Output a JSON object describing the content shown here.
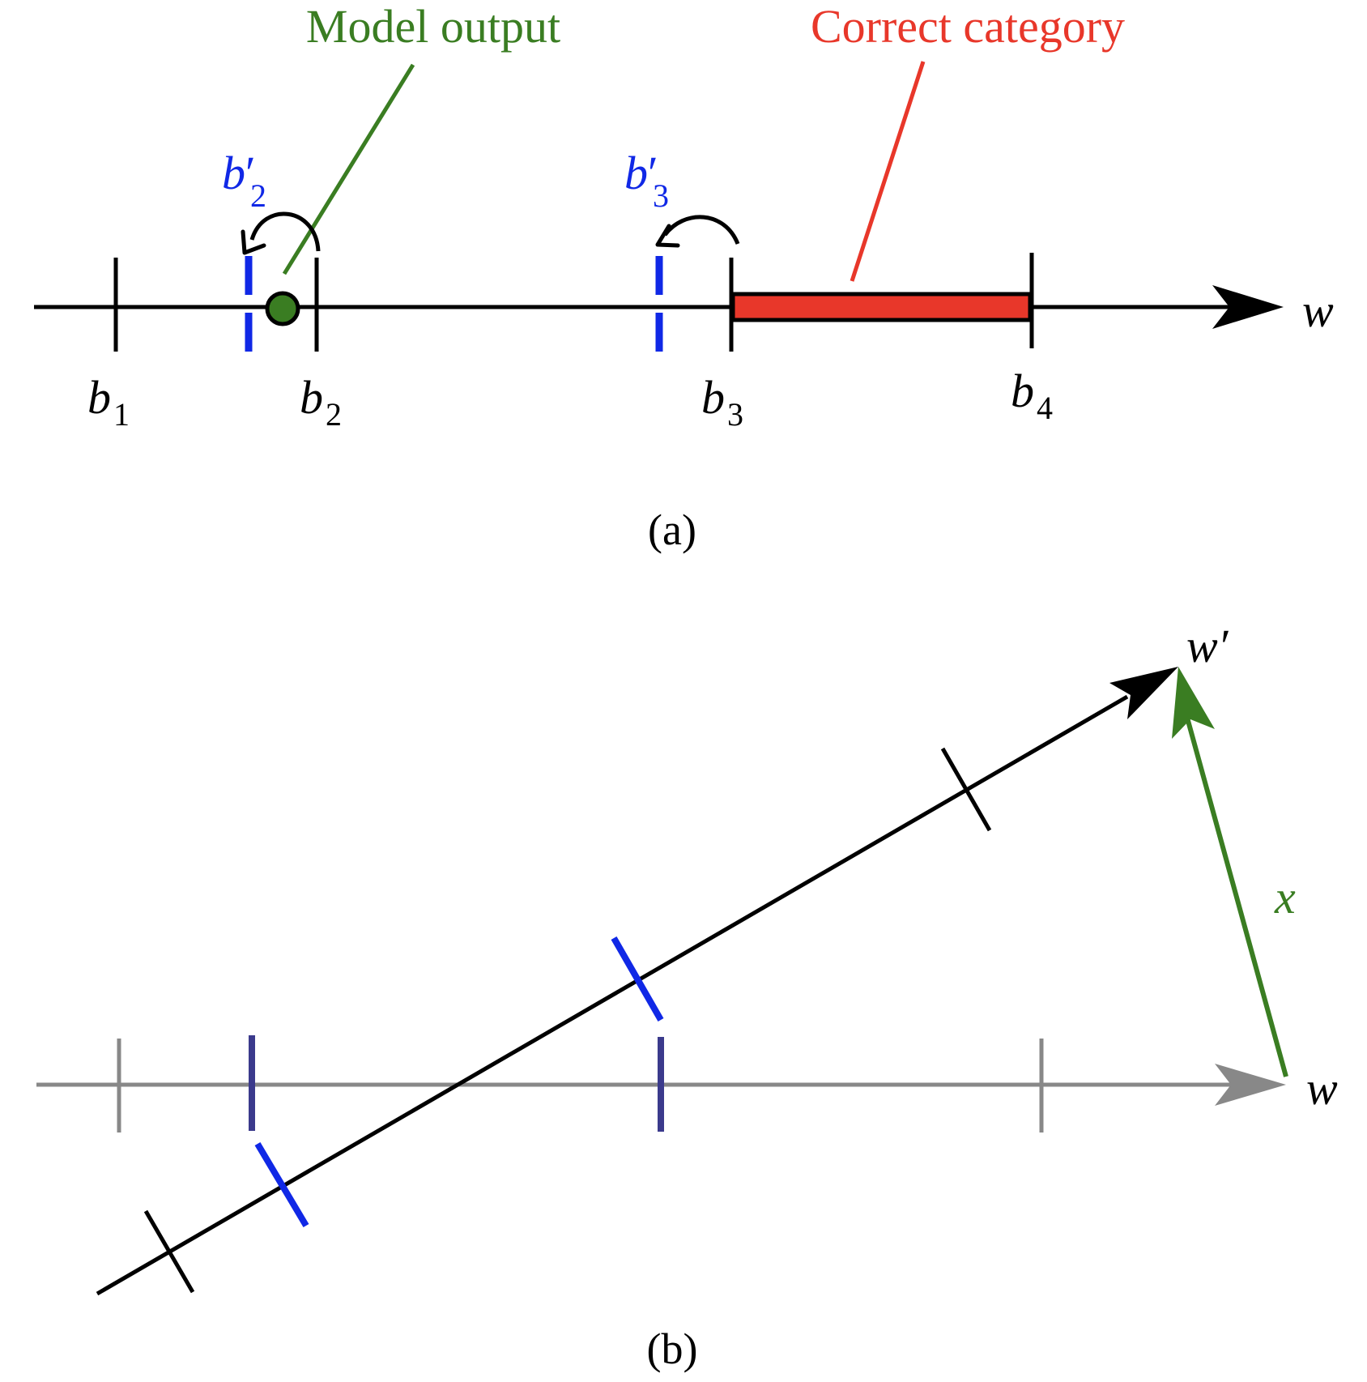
{
  "panel_a": {
    "model_output_label": "Model output",
    "correct_category_label": "Correct category",
    "axis_label": "w",
    "boundaries": [
      {
        "base": "b",
        "sub": "1"
      },
      {
        "base": "b",
        "sub": "2"
      },
      {
        "base": "b",
        "sub": "3"
      },
      {
        "base": "b",
        "sub": "4"
      }
    ],
    "shifted": [
      {
        "base": "b",
        "prime": "′",
        "sub": "2"
      },
      {
        "base": "b",
        "prime": "′",
        "sub": "3"
      }
    ],
    "caption": "(a)"
  },
  "panel_b": {
    "old_axis_label": "w",
    "new_axis_label": "w′",
    "vector_label": "x",
    "caption": "(b)"
  },
  "colors": {
    "model_output": "#3a7d22",
    "correct_category": "#e8372a",
    "shifted_boundary": "#1028e6",
    "old_axis": "#888888",
    "old_shifted_tick": "#3b3a8c",
    "axis": "#000000"
  }
}
